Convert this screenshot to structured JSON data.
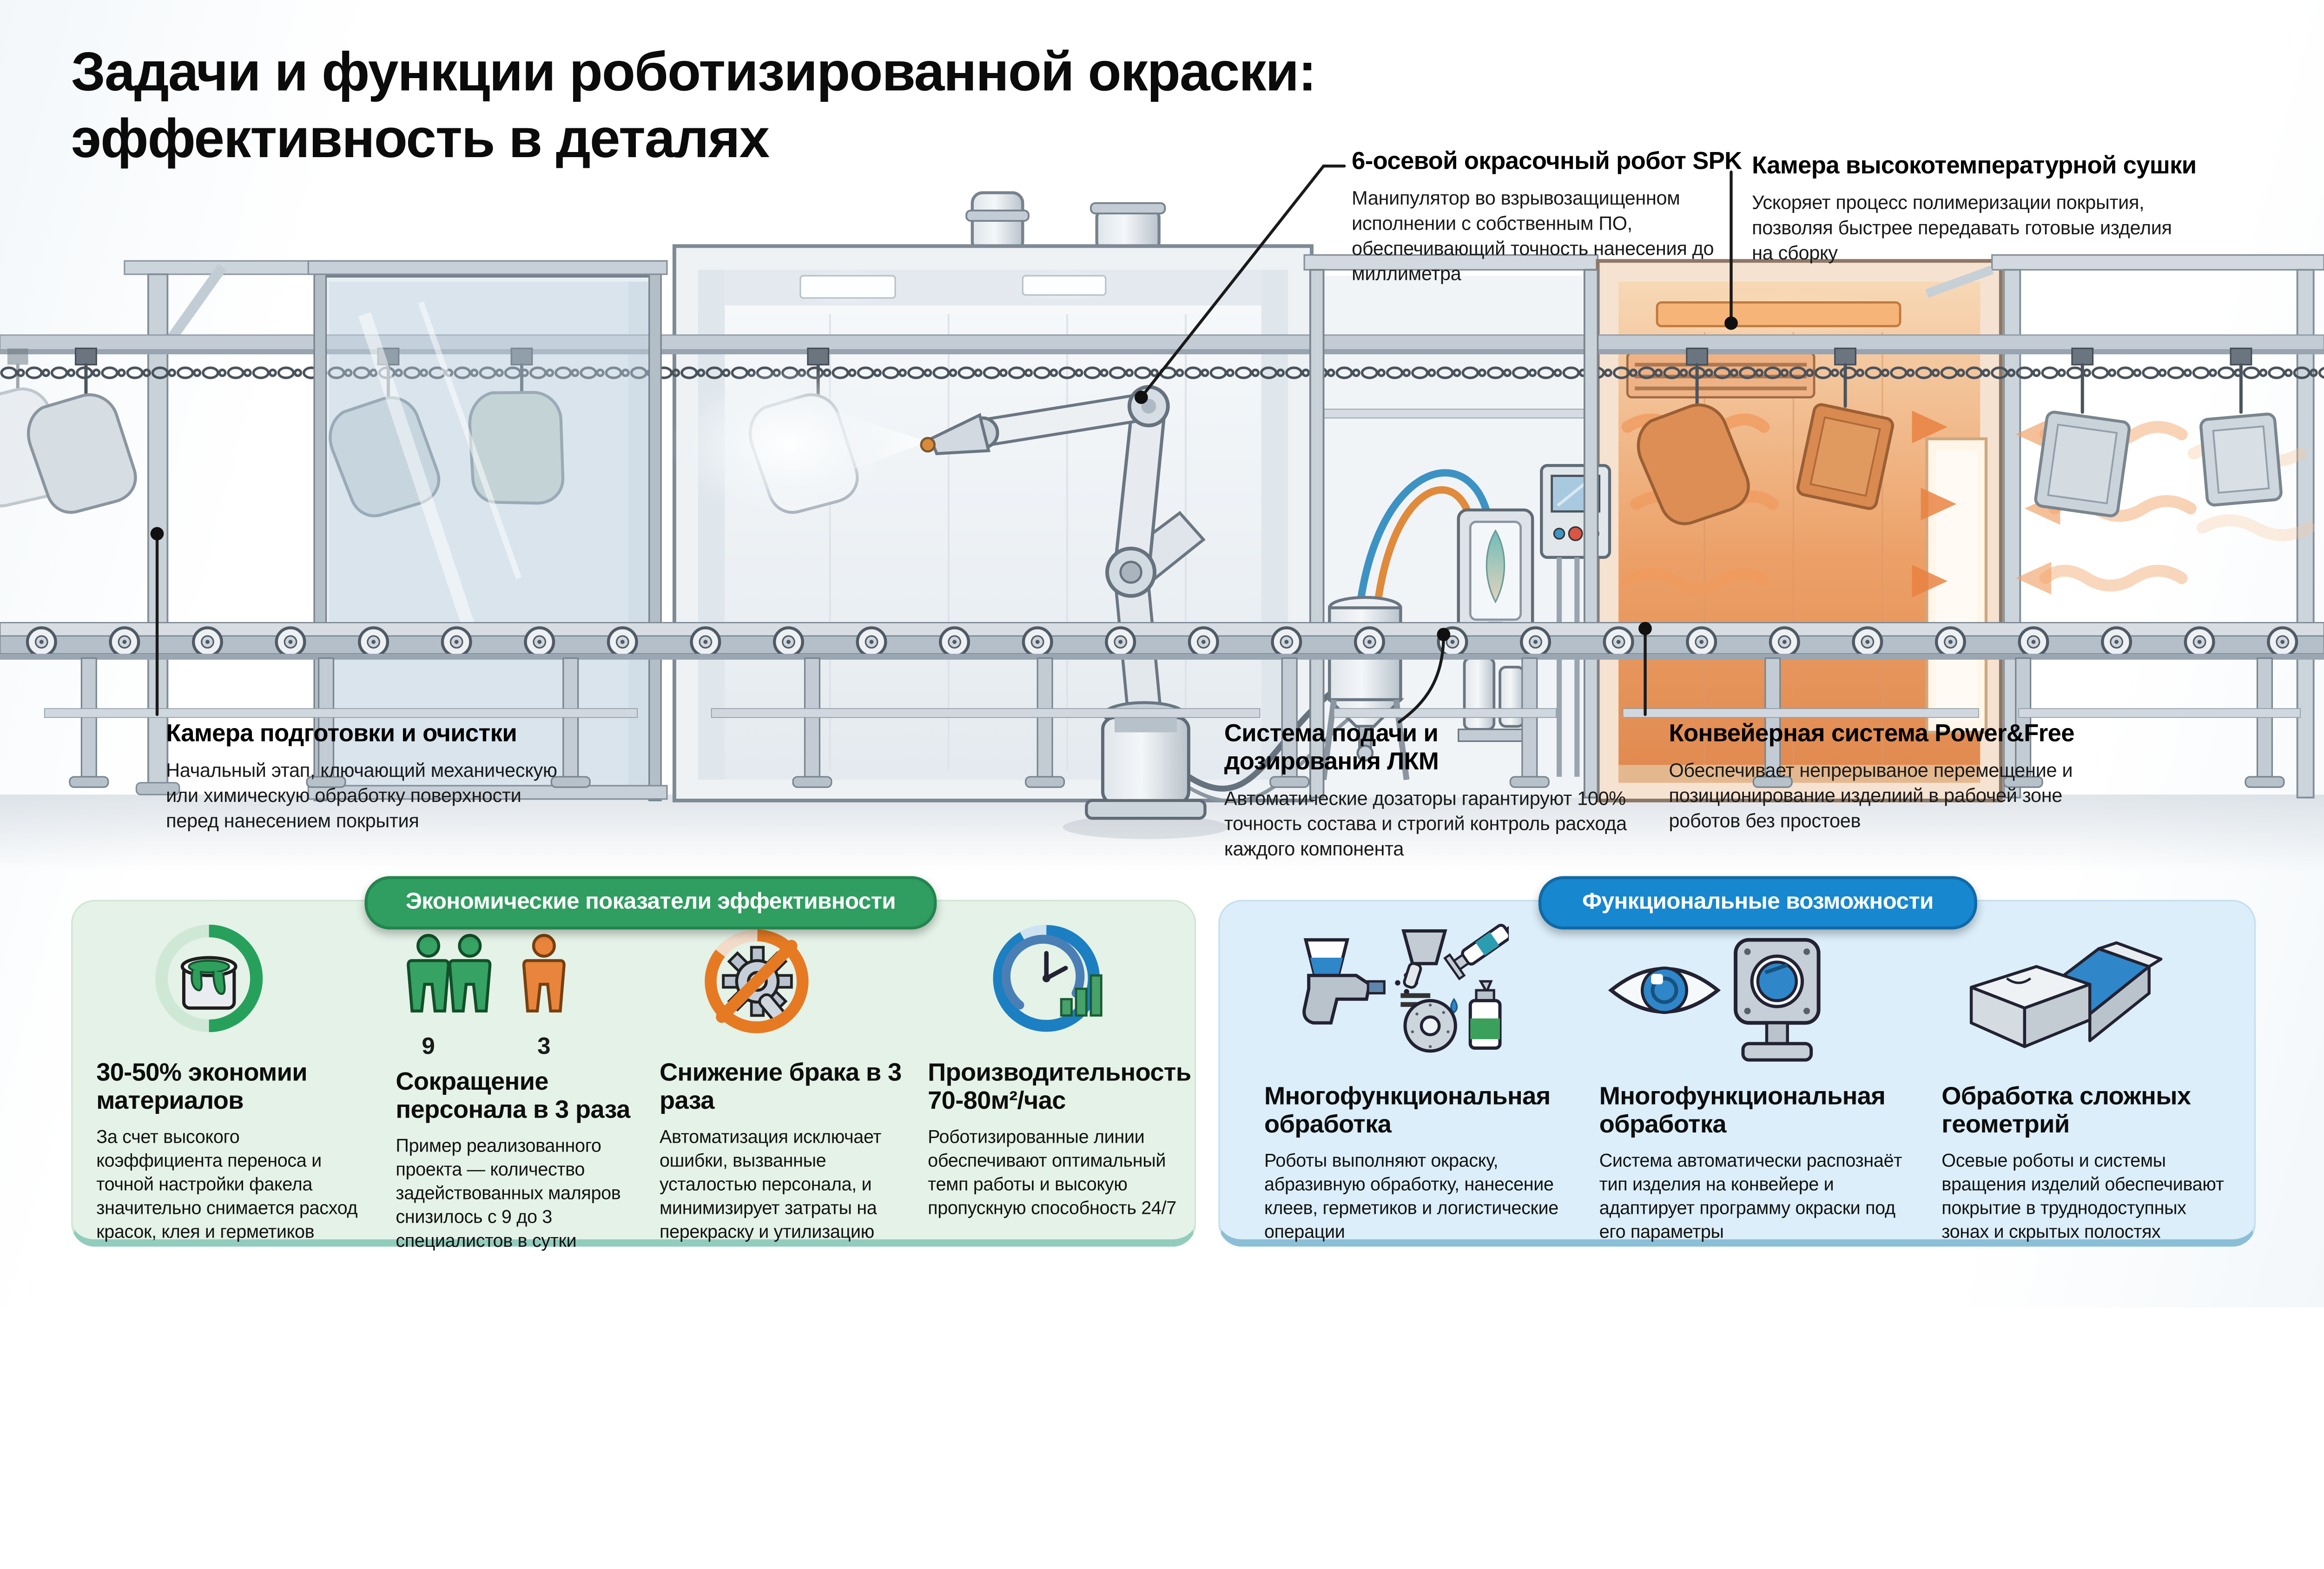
{
  "page": {
    "title": "Задачи и функции роботизированной окраски: эффективность в деталях"
  },
  "callouts": {
    "robot": {
      "title": "6-осевой окрасочный робот SPK",
      "body": "Манипулятор во взрывозащищенном исполнении с собственным ПО, обеспечивающий точность нанесения до миллиметра"
    },
    "drying": {
      "title": "Камера высокотемпературной сушки",
      "body": "Ускоряет процесс полимеризации покрытия, позволяя быстрее передавать готовые изделия на сборку"
    },
    "prep": {
      "title": "Камера подготовки и очистки",
      "body": "Начальный этап, ключающий механическую или химическую обработку поверхности перед нанесением покрытия"
    },
    "supply": {
      "title": "Система подачи и дозирования ЛКМ",
      "body": "Автоматические дозаторы гарантируют 100% точность состава и строгий контроль расхода каждого компонента"
    },
    "conveyor": {
      "title": "Конвейерная система Power&Free",
      "body": "Обеспечивает непрерываное перемещение и позиционирование изделиий в рабочей зоне роботов без простоев"
    }
  },
  "economic": {
    "header": "Экономические показатели эффективности",
    "items": [
      {
        "title": "30-50% экономии материалов",
        "body": "За счет высокого коэффициента переноса и точной настройки факела значительно снимается расход красок, клея и герметиков"
      },
      {
        "title": "Сокращение персонала в 3 раза",
        "body": "Пример реализованного проекта — количество задействованных маляров снизилось с 9 до 3 специалистов в сутки",
        "before": "9",
        "after": "3"
      },
      {
        "title": "Снижение брака в 3 раза",
        "body": "Автоматизация исключает ошибки, вызванные усталостью персонала, и минимизирует затраты на перекраску и утилизацию"
      },
      {
        "title": "Производительность 70-80м²/час",
        "body": "Роботизированные линии обеспечивают оптимальный темп работы и высокую пропускную способность 24/7"
      }
    ]
  },
  "functional": {
    "header": "Функциональные возможности",
    "items": [
      {
        "title": "Многофункциональная обработка",
        "body": "Роботы выполняют окраску, абразивную обработку, нанесение клеев, герметиков и логистические операции"
      },
      {
        "title": "Многофункциональная обработка",
        "body": "Система автоматически распознаёт тип изделия на конвейере и адаптирует программу окраски под его параметры"
      },
      {
        "title": "Обработка сложных геометрий",
        "body": "Осевые роботы и системы вращения изделий обеспечивают покрытие в труднодоступных зонах и скрытых полостях"
      }
    ]
  },
  "icons": {
    "economic": [
      "paint-bucket-ring-icon",
      "staff-reduction-icon",
      "no-defects-gear-icon",
      "productivity-gauge-icon"
    ],
    "functional": [
      "multi-tool-icon",
      "vision-recognition-icon",
      "complex-geometry-icon"
    ]
  },
  "colors": {
    "accent_green": "#2f9e60",
    "accent_blue": "#1787cf",
    "panel_green_bg": "#e4f2e7",
    "panel_blue_bg": "#dbeef9",
    "heat_orange": "#e8935d",
    "warning_orange": "#e67a22"
  }
}
